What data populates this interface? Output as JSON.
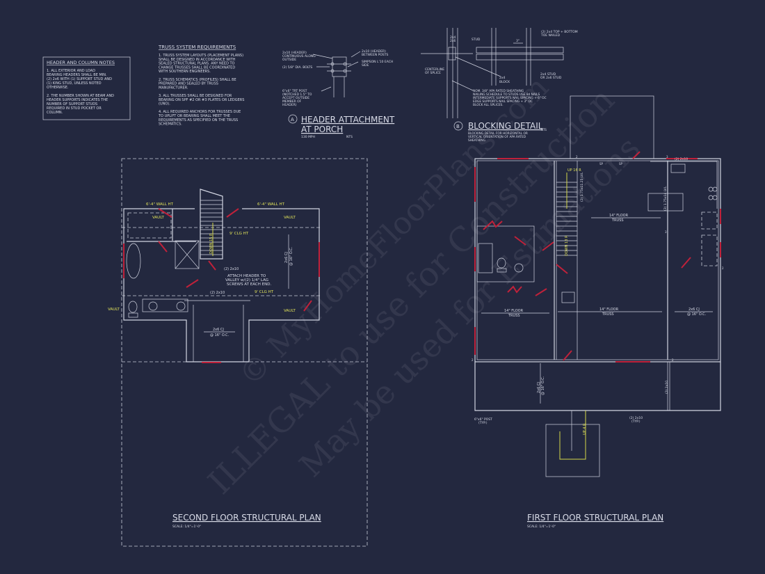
{
  "header_notes": {
    "title": "HEADER AND COLUMN NOTES",
    "lines": [
      "1. ALL EXTERIOR AND LOAD",
      "BEARING HEADERS SHALL BE MIN.",
      "(2) 2x6 WITH (1) SUPPORT STUD AND",
      "(1) KING STUD, UNLESS NOTED",
      "OTHERWISE.",
      "",
      "2. THE NUMBER SHOWN AT BEAM AND",
      "HEADER SUPPORTS INDICATES THE",
      "NUMBER OF SUPPORT STUDS",
      "REQUIRED IN STUD POCKET OR",
      "COLUMN."
    ]
  },
  "truss_notes": {
    "title": "TRUSS SYSTEM REQUIREMENTS",
    "lines": [
      "1. TRUSS SYSTEM LAYOUTS (PLACEMENT PLANS)",
      "SHALL BE DESIGNED IN ACCORDANCE WITH",
      "SEALED STRUCTURAL PLANS. ANY NEED TO",
      "CHANGE TRUSSES SHALL BE COORDINATED",
      "WITH SOUTHERN ENGINEERS.",
      "",
      "2. TRUSS SCHEMATICS (PROFILES) SHALL BE",
      "PREPARED AND SEALED BY TRUSS",
      "MANUFACTURER.",
      "",
      "3. ALL TRUSSES SHALL BE DESIGNED FOR",
      "BEARING ON SPF #2 OR #3 PLATES OR LEDGERS",
      "(UNO).",
      "",
      "4. ALL REQUIRED ANCHORS FOR TRUSSES DUE",
      "TO UPLIFT OR BEARING SHALL MEET THE",
      "REQUIREMENTS AS SPECIFIED ON THE TRUSS",
      "SCHEMATICS."
    ]
  },
  "detail_a": {
    "marker": "A",
    "title_1": "HEADER ATTACHMENT",
    "title_2": "AT PORCH",
    "wind": "130 MPH",
    "scale": "NTS",
    "callouts": [
      "2x10 (HEADER)",
      "CONTINUOUS ALONG",
      "OUTSIDE",
      "(2) 5/8\" DIA. BOLTS",
      "2x10 (HEADER)",
      "BETWEEN POSTS",
      "SIMPSON L'10 EACH",
      "SIDE",
      "6\"x6\" TRT POST",
      "(NOTCHED 1.5\" TO",
      "ACCEPT OUTSIDE",
      "MEMBER OF",
      "HEADER)"
    ]
  },
  "detail_b": {
    "marker": "B",
    "title": "BLOCKING DETAIL",
    "scale": "NTS",
    "desc": [
      "BLOCKING DETAIL FOR HORIZONTAL OR",
      "VERTICAL ORIENTATION OF APA RATED",
      "SHEATHING"
    ],
    "callouts": {
      "stud": "STUD",
      "size_1": "2x4",
      "size_2": "2x6",
      "top": "(2) 2x4 TOP + BOTTOM",
      "top_2": "TOE NAILED",
      "spacing": "3\"",
      "centerline_1": "CENTERLINE",
      "centerline_2": "OF SPLICE",
      "block_1": "2x4",
      "block_2": "BLOCK",
      "stud2_1": "2x4 STUD",
      "stud2_2": "OR 2x6 STUD",
      "note": [
        "NOM. 3/8\" APA RATED SHEATHING",
        "NAILING SCHEDULE TO STUDS USE 8d NAILS",
        "INTERMEDIATE SUPPORTS NAIL SPACING + 6\" OC",
        "EDGE SUPPORTS NAIL SPACING + 3\" OC",
        "BLOCK ALL SPLICES."
      ]
    }
  },
  "second_floor": {
    "title": "SECOND FLOOR STRUCTURAL PLAN",
    "scale": "SCALE: 1/4\"=1'-0\"",
    "labels": {
      "wall_ht_left": "6'-4\" WALL HT",
      "wall_ht_right": "6'-4\" WALL HT",
      "vault": "VAULT",
      "clg_1": "9' CLG HT",
      "clg_2": "9' CLG HT",
      "stair": "DOWN 15 R",
      "header_1": "(2) 2x10",
      "header_2": "(2) 2x10",
      "cj_1": "2x6 CJ",
      "cj_2": "@ 16\" O.C.",
      "note_1": "ATTACH HEADER TO",
      "note_2": "VALLEY w/(2) 1/4\" LAG",
      "note_3": "SCREWS AT EACH END."
    }
  },
  "first_floor": {
    "title": "FIRST FLOOR STRUCTURAL PLAN",
    "scale": "SCALE: 1/4\"=1'-0\"",
    "labels": {
      "truss_1": "14\" FLOOR",
      "truss_2": "TRUSS",
      "stair_up": "UP 16 R",
      "stair_down": "DOWN 13 R",
      "lvl_1": "(2) 1.75x11.25 LVL",
      "lvl_2": "(2) 1.75x14 LVL",
      "header": "(2) 2x10",
      "cj_1": "2x6 CJ",
      "cj_2": "@ 16\" O.C.",
      "post_1": "6\"x6\" POST",
      "post_2": "(TYP.)",
      "beam_1": "(2) 2x10",
      "beam_2": "(TYP.)",
      "porch_beam": "(2) 2x10",
      "porch_up": "UP 4 R",
      "sp": "SP",
      "n2": "2",
      "n3": "3"
    }
  },
  "watermark": [
    "© MyHomeFloorPlans.com",
    "ILLEGAL to use for Construction",
    "May be used for Estimations"
  ],
  "colors": {
    "background": "#23283f",
    "linework": "#d2d5e2",
    "windows_doors": "#c0213a",
    "annotations": "#e0e25a"
  }
}
